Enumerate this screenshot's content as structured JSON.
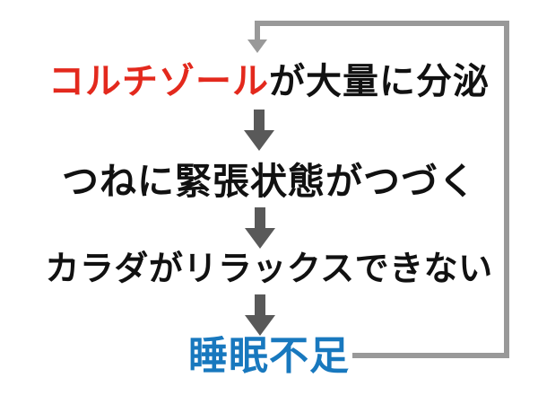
{
  "diagram": {
    "type": "cycle-flowchart",
    "steps": [
      {
        "highlight": "コルチゾール",
        "rest": "が大量に分泌"
      },
      {
        "label": "つねに緊張状態がつづく"
      },
      {
        "label": "カラダがリラックスできない"
      },
      {
        "label": "睡眠不足"
      }
    ],
    "connectors": {
      "down_arrow_count": 3,
      "feedback_loop": "from last step (睡眠不足) back to first step (コルチゾールが大量に分泌)"
    }
  },
  "colors": {
    "background": "#ffffff",
    "text_black": "#111111",
    "highlight_red": "#e3291d",
    "highlight_blue": "#1878be",
    "arrow_gray": "#595959",
    "loop_gray": "#999999"
  }
}
